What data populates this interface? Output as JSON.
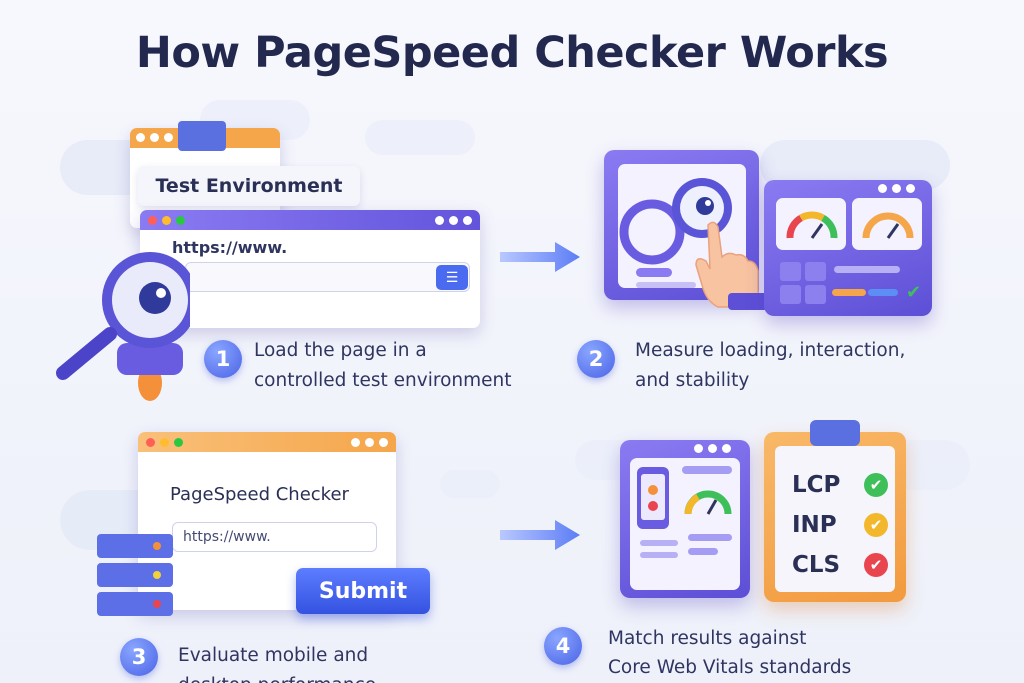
{
  "title": "How PageSpeed Checker Works",
  "steps": [
    {
      "number": "1",
      "line1": "Load the page in a",
      "line2": "controlled test environment"
    },
    {
      "number": "2",
      "line1": "Measure loading, interaction,",
      "line2": "and stability"
    },
    {
      "number": "3",
      "line1": "Evaluate mobile and",
      "line2": "desktop performance"
    },
    {
      "number": "4",
      "line1": "Match results against",
      "line2": "Core Web Vitals standards"
    }
  ],
  "step1": {
    "env_label": "Test Environment",
    "url_text": "https://www."
  },
  "step3": {
    "app_title": "PageSpeed Checker",
    "url_text": "https://www.",
    "submit_label": "Submit"
  },
  "step4": {
    "vitals": [
      {
        "label": "LCP",
        "status": "pass",
        "color": "#3fbf5a"
      },
      {
        "label": "INP",
        "status": "warning",
        "color": "#f2b72a"
      },
      {
        "label": "CLS",
        "status": "fail",
        "color": "#e8454f"
      }
    ]
  },
  "icons": {
    "magnifier": "magnifier-eye-icon",
    "arrow": "right-arrow-icon",
    "hand": "pointing-hand-icon",
    "gauge": "gauge-icon",
    "server": "server-stack-icon",
    "phone": "mobile-phone-icon",
    "clipboard": "clipboard-icon",
    "check": "check-icon"
  },
  "colors": {
    "accent": "#4a63e6",
    "purple": "#6f5fe2",
    "orange": "#f5a64a",
    "title": "#23284f"
  }
}
